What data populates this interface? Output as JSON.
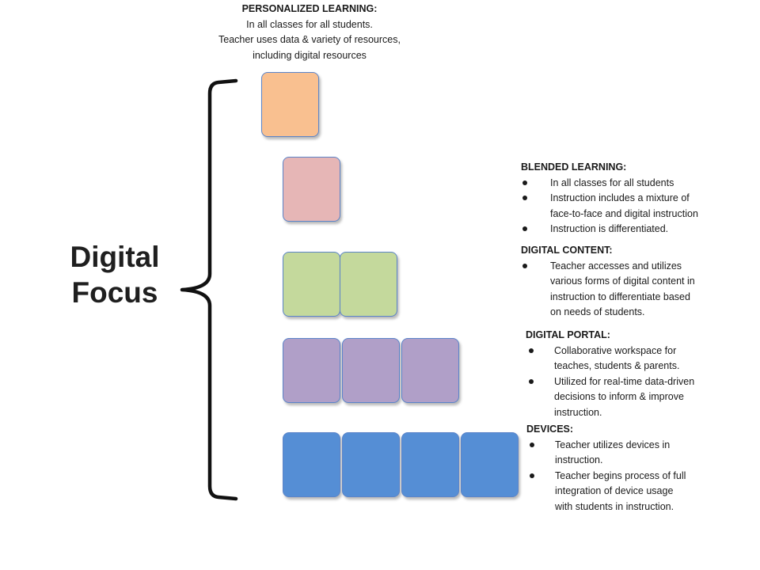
{
  "title": "Digital Focus",
  "focus": {
    "line1": "Digital",
    "line2": "Focus"
  },
  "top_section": {
    "heading": "PERSONALIZED LEARNING:",
    "lines": [
      "In all classes for all students.",
      "Teacher uses data & variety of resources,",
      "including digital resources"
    ]
  },
  "colors": {
    "personalized": "#f9c090",
    "blended": "#e6b6b6",
    "content": "#c4d99c",
    "portal": "#b09fc8",
    "devices": "#558ed5",
    "border": "#5b84c9"
  },
  "levels": [
    {
      "key": "personalized",
      "blocks": 1,
      "heading": "PERSONALIZED LEARNING:",
      "bullets": []
    },
    {
      "key": "blended",
      "blocks": 1,
      "heading": "BLENDED LEARNING:",
      "bullets": [
        [
          "In all classes for all students"
        ],
        [
          "Instruction includes a mixture of",
          "face-to-face and digital instruction"
        ],
        [
          "Instruction is differentiated."
        ]
      ]
    },
    {
      "key": "content",
      "blocks": 2,
      "heading": "DIGITAL CONTENT:",
      "bullets": [
        [
          "Teacher accesses and utilizes",
          "various forms of digital content in",
          "instruction to differentiate based",
          "on needs of students."
        ]
      ]
    },
    {
      "key": "portal",
      "blocks": 3,
      "heading": "DIGITAL PORTAL:",
      "bullets": [
        [
          "Collaborative workspace for",
          "teaches, students & parents."
        ],
        [
          "Utilized for real-time data-driven",
          "decisions to inform & improve",
          "instruction."
        ]
      ]
    },
    {
      "key": "devices",
      "blocks": 4,
      "heading": "DEVICES:",
      "bullets": [
        [
          "Teacher utilizes devices in",
          "instruction."
        ],
        [
          "Teacher begins process of full",
          "integration of device usage",
          "with students in instruction."
        ]
      ]
    }
  ]
}
